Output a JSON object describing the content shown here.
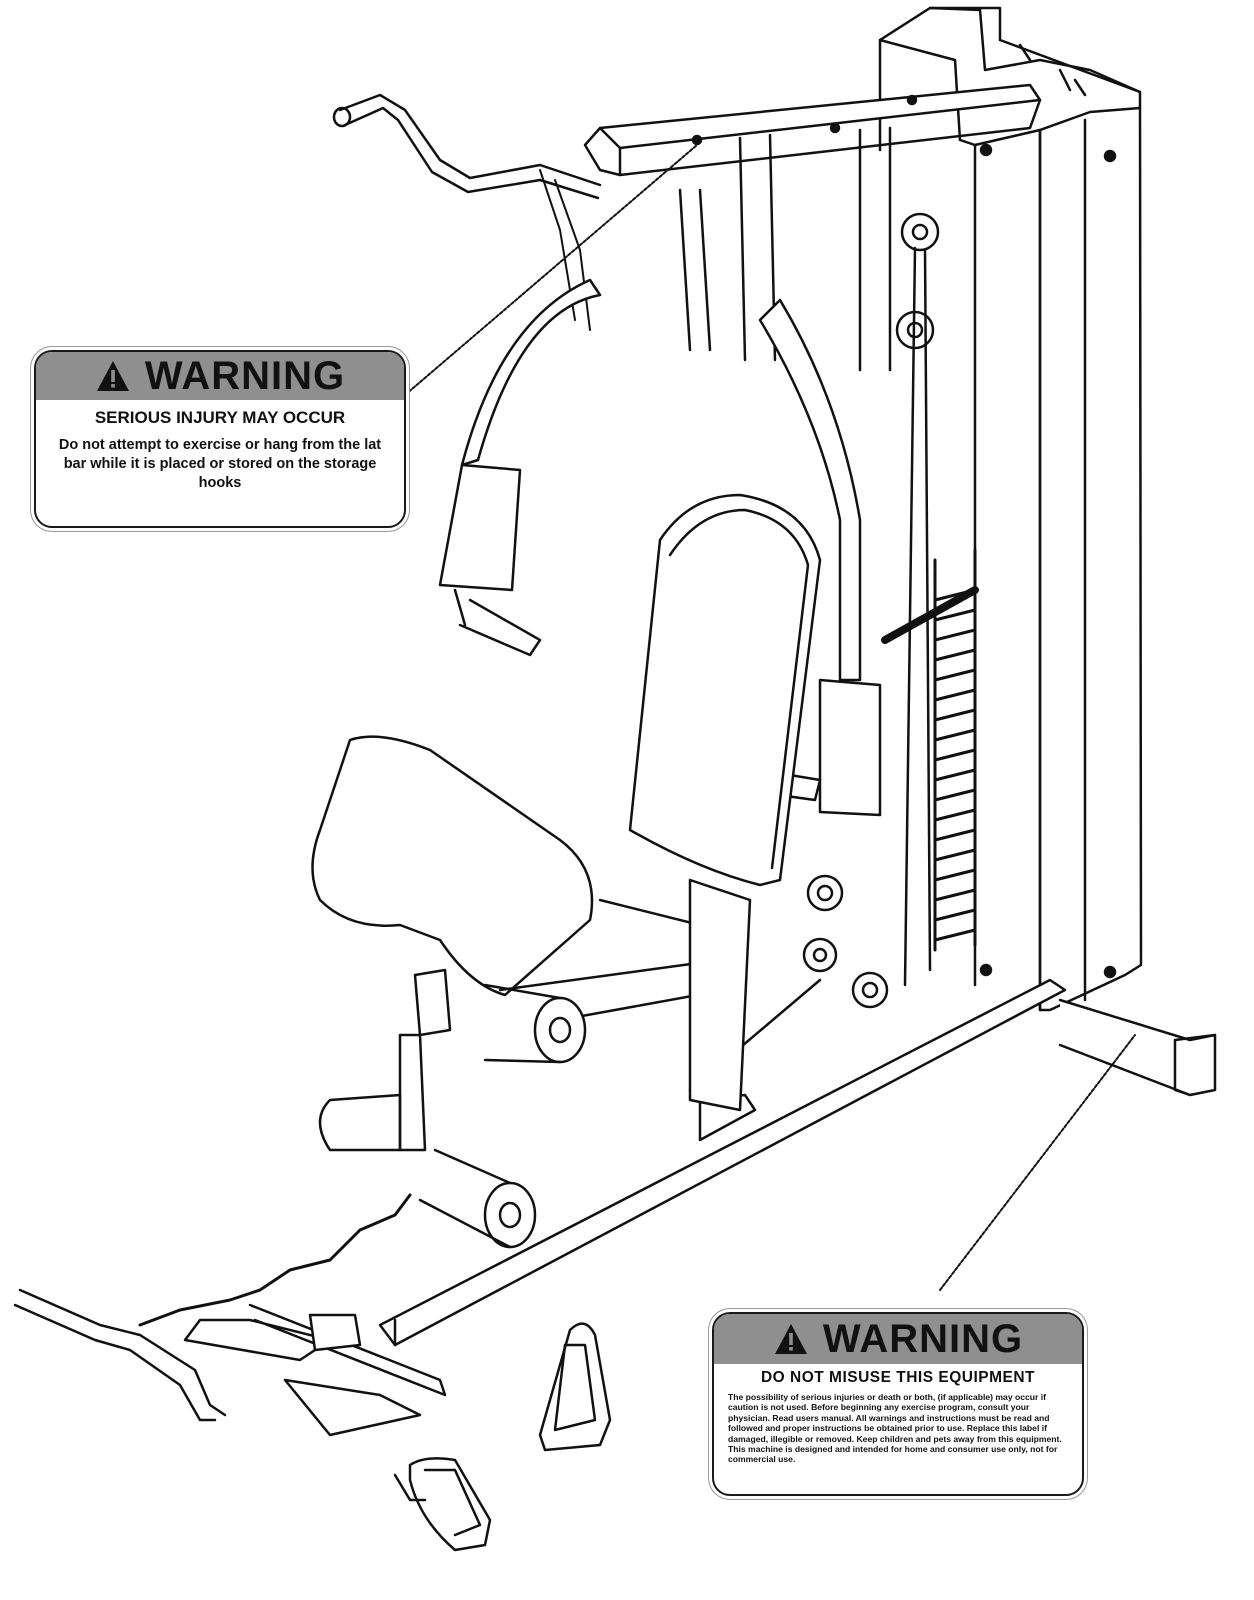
{
  "warnings": [
    {
      "title": "WARNING",
      "subtitle": "SERIOUS INJURY MAY OCCUR",
      "body": "Do not attempt to exercise or hang from the lat bar while it is placed or stored on the storage hooks"
    },
    {
      "title": "WARNING",
      "subtitle": "DO NOT MISUSE THIS EQUIPMENT",
      "body": "The possibility of serious injuries or death or both, (if applicable) may occur if caution is not used. Before beginning any exercise program, consult your physician. Read users manual. All warnings and instructions must be read and followed and proper instructions be obtained prior to use. Replace this label if damaged, illegible or removed. Keep children and pets away from this equipment. This machine is designed and intended for home and consumer use only, not for commercial use."
    }
  ],
  "icons": {
    "alert": "alert-triangle-icon"
  }
}
